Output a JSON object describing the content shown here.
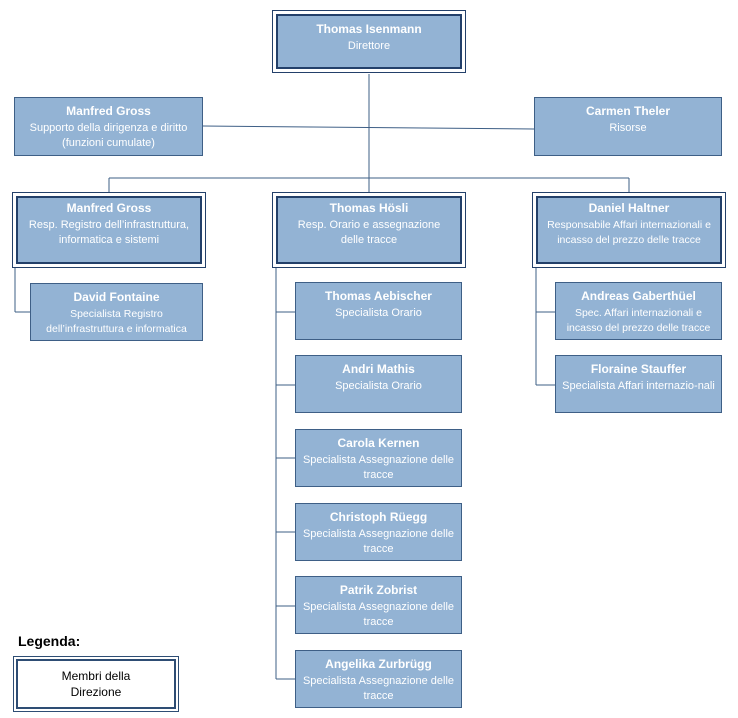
{
  "director": {
    "name": "Thomas Isenmann",
    "role": "Direttore"
  },
  "staff_left": {
    "name": "Manfred Gross",
    "role": "Supporto della dirigenza e diritto (funzioni cumulate)"
  },
  "staff_right": {
    "name": "Carmen Theler",
    "role": "Risorse"
  },
  "heads": [
    {
      "name": "Manfred Gross",
      "role": "Resp. Registro dell’infrastruttura, informatica e sistemi"
    },
    {
      "name": "Thomas Hösli",
      "role": "Resp. Orario e assegnazione delle tracce"
    },
    {
      "name": "Daniel Haltner",
      "role": "Responsabile Affari internazionali e incasso del prezzo delle tracce"
    }
  ],
  "col1_members": [
    {
      "name": "David Fontaine",
      "role": "Specialista Registro dell’infrastruttura e informatica"
    }
  ],
  "col2_members": [
    {
      "name": "Thomas Aebischer",
      "role": "Specialista Orario"
    },
    {
      "name": "Andri Mathis",
      "role": "Specialista Orario"
    },
    {
      "name": "Carola Kernen",
      "role": "Specialista Assegnazione delle tracce"
    },
    {
      "name": "Christoph Rüegg",
      "role": "Specialista Assegnazione delle tracce"
    },
    {
      "name": "Patrik Zobrist",
      "role": "Specialista Assegnazione delle tracce"
    },
    {
      "name": "Angelika Zurbrügg",
      "role": "Specialista Assegnazione delle tracce"
    }
  ],
  "col3_members": [
    {
      "name": "Andreas Gaberthüel",
      "role": "Spec. Affari internazionali e incasso del prezzo delle tracce"
    },
    {
      "name": "Floraine Stauffer",
      "role": "Specialista Affari internazio-nali"
    }
  ],
  "legend": {
    "title": "Legenda:",
    "label": "Membri della Direzione"
  },
  "colors": {
    "box_fill": "#93b3d4",
    "box_border": "#3e5f86",
    "manager_border": "#23406a",
    "connector": "#3e5f86"
  }
}
